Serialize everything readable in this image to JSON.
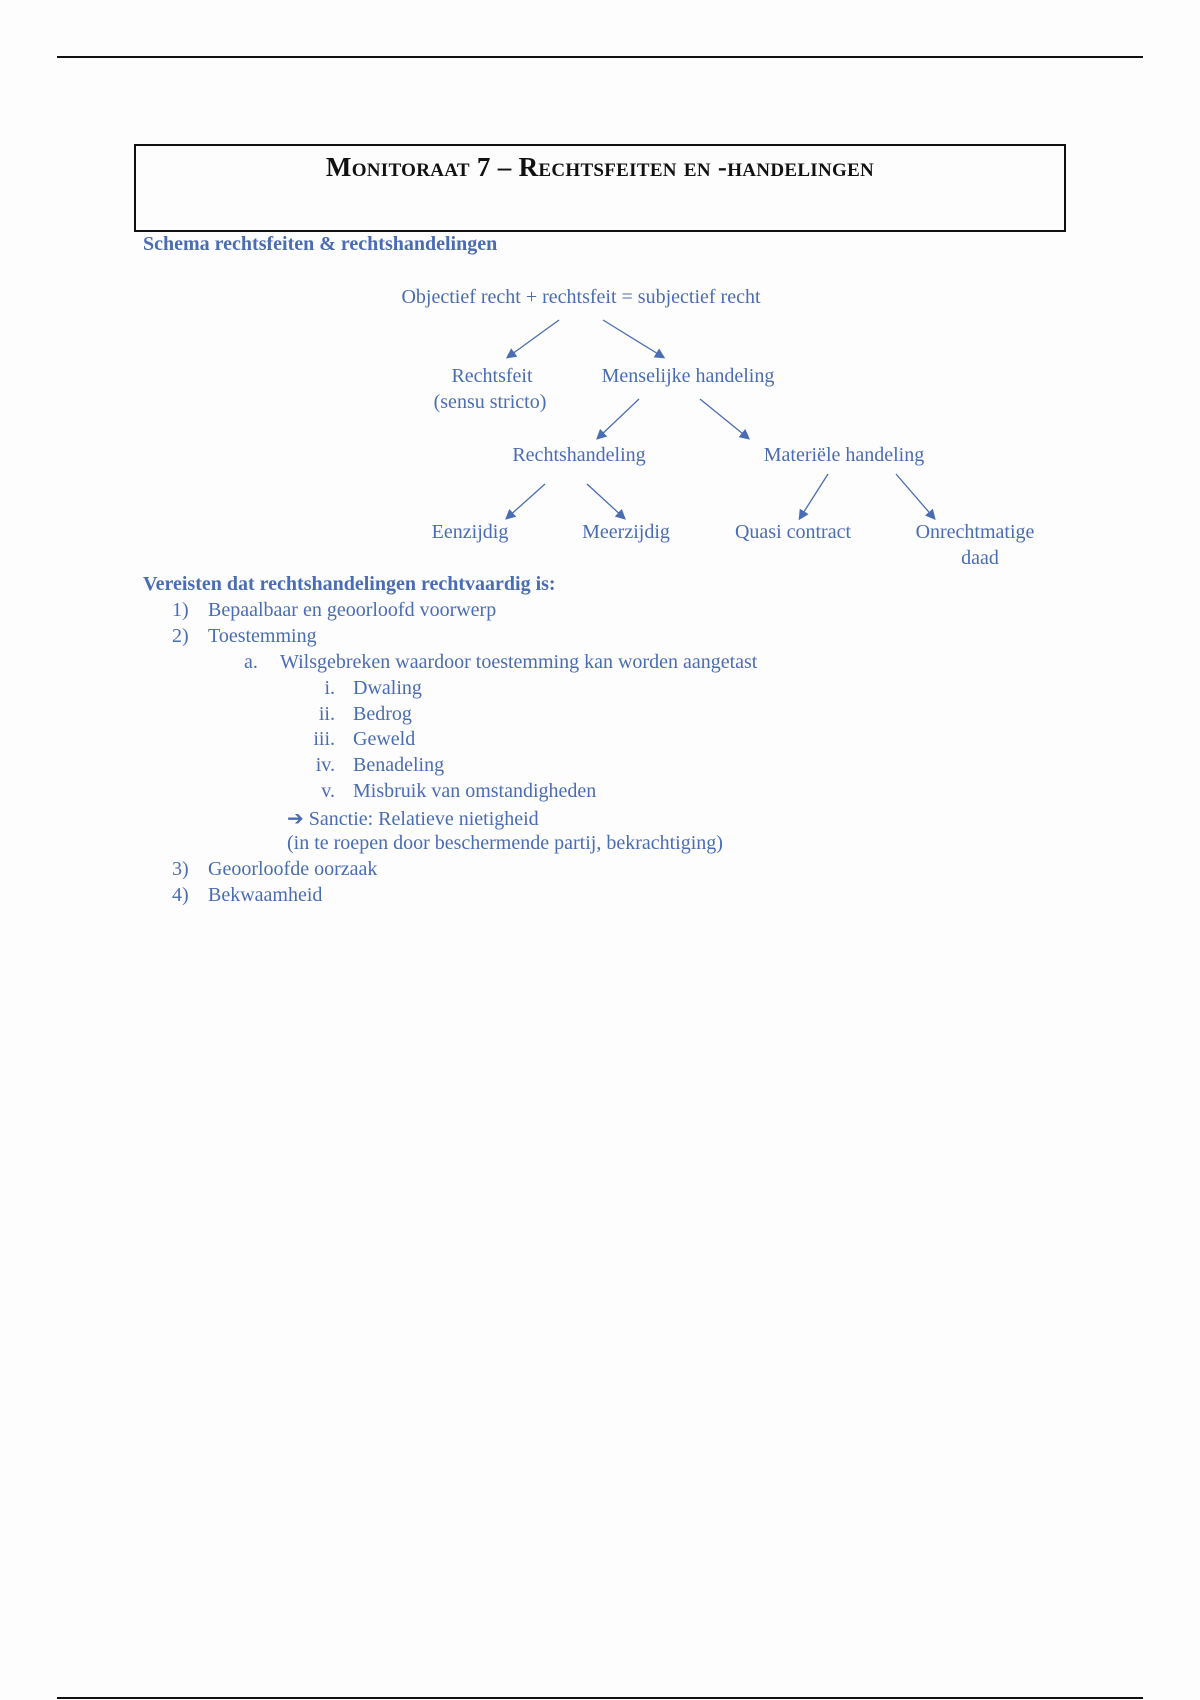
{
  "title": "Monitoraat 7 – Rechtsfeiten en -handelingen",
  "schema_heading": "Schema rechtsfeiten & rechtshandelingen",
  "diagram": {
    "root": "Objectief recht + rechtsfeit = subjectief recht",
    "rechtsfeit": "Rechtsfeit",
    "rechtsfeit_sub": "(sensu stricto)",
    "menselijke": "Menselijke handeling",
    "rechtshandeling": "Rechtshandeling",
    "materiele": "Materiële handeling",
    "eenzijdig": "Eenzijdig",
    "meerzijdig": "Meerzijdig",
    "quasi": "Quasi contract",
    "onrechtmatige": "Onrechtmatige",
    "onrechtmatige_2": "daad"
  },
  "requirements": {
    "heading": "Vereisten dat rechtshandelingen rechtvaardig is:",
    "items": [
      {
        "num": "1)",
        "text": "Bepaalbaar en geoorloofd voorwerp"
      },
      {
        "num": "2)",
        "text": "Toestemming"
      },
      {
        "num": "3)",
        "text": "Geoorloofde oorzaak"
      },
      {
        "num": "4)",
        "text": "Bekwaamheid"
      }
    ],
    "sub": {
      "num": "a.",
      "text": "Wilsgebreken waardoor toestemming kan worden aangetast"
    },
    "defects": [
      {
        "num": "i.",
        "text": "Dwaling"
      },
      {
        "num": "ii.",
        "text": "Bedrog"
      },
      {
        "num": "iii.",
        "text": "Geweld"
      },
      {
        "num": "iv.",
        "text": "Benadeling"
      },
      {
        "num": "v.",
        "text": "Misbruik van omstandigheden"
      }
    ],
    "sanction": "➔ Sanctie: Relatieve nietigheid",
    "sanction_note": "(in te roepen door beschermende partij, bekrachtiging)"
  }
}
